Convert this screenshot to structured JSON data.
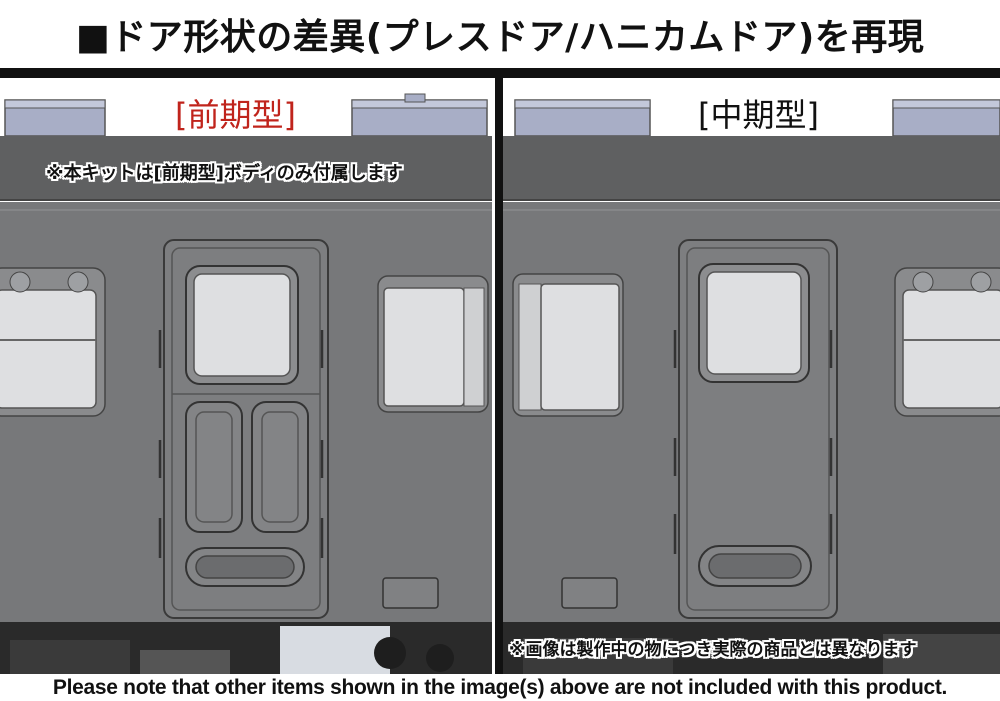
{
  "header": {
    "title": "■ドア形状の差異(プレスドア/ハニカムドア)を再現"
  },
  "panels": {
    "left": {
      "title": "[前期型]",
      "title_color": "#c0241c",
      "note": "※本キットは[前期型]ボディのみ付属します"
    },
    "right": {
      "title": "[中期型]",
      "title_color": "#111111",
      "note": "※画像は製作中の物につき実際の商品とは異なります"
    }
  },
  "footer": {
    "disclaimer": "Please note that other items shown in the image(s) above are not included with this product."
  },
  "colors": {
    "body_gray": "#77787a",
    "roof_gray": "#5f6061",
    "window_glass": "#dedfe1",
    "roof_fitting": "#a8aec6"
  }
}
